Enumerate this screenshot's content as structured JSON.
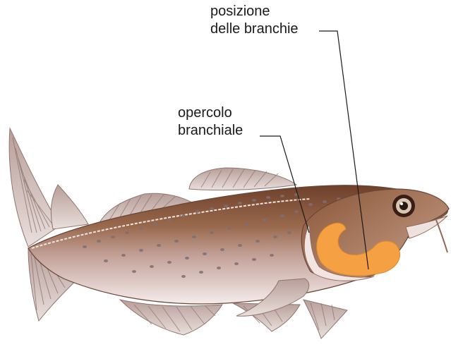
{
  "labels": {
    "gills_position": {
      "line1": "posizione",
      "line2": "delle branchie"
    },
    "operculum": {
      "line1": "opercolo",
      "line2": "branchiale"
    }
  },
  "colors": {
    "body_top": "#8a5a3e",
    "body_belly": "#f3e7e4",
    "fin": "#c7b3ae",
    "gills": "#f5a042",
    "dots": "#7d6f73",
    "leader_line": "#1a1a1a"
  }
}
